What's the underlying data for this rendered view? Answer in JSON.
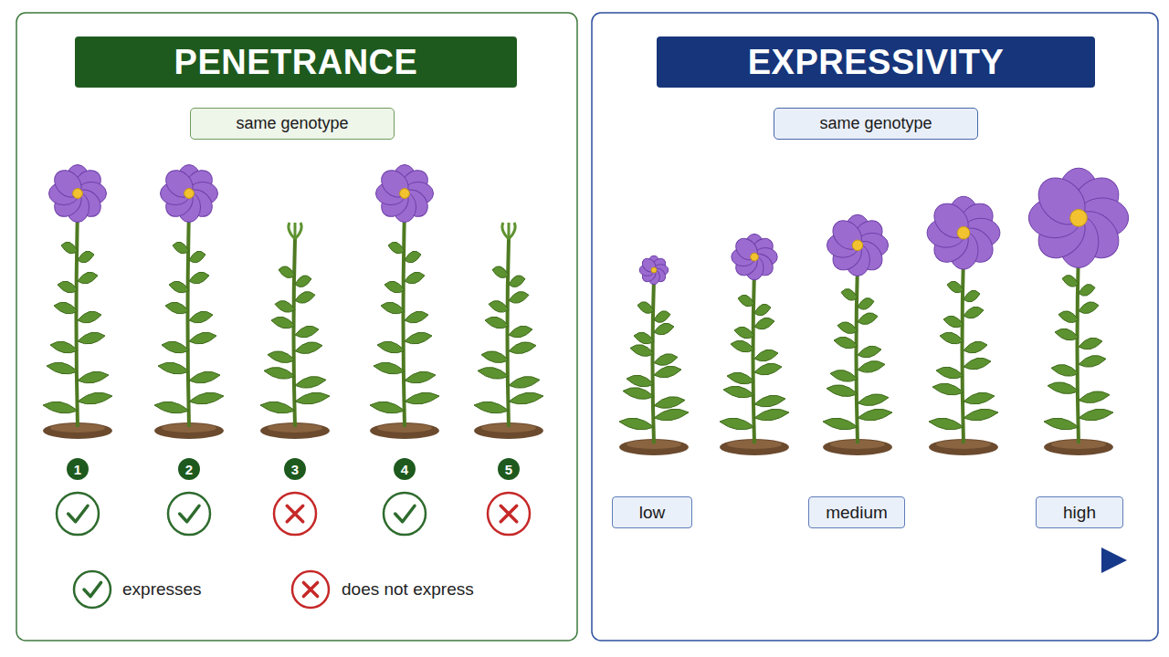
{
  "diagram": {
    "nodes": [
      {
        "text": [
          "PENETRANCE"
        ]
      },
      {
        "text": [
          "same genotype"
        ]
      },
      {
        "text": [
          "1"
        ]
      },
      {
        "text": [
          "2"
        ]
      },
      {
        "text": [
          "3"
        ]
      },
      {
        "text": [
          "4"
        ]
      },
      {
        "text": [
          "5"
        ]
      },
      {
        "text": [
          "EXPRESSIVITY"
        ]
      },
      {
        "text": [
          "same genotype"
        ]
      },
      {
        "text": [
          "low"
        ]
      },
      {
        "text": [
          "medium"
        ]
      },
      {
        "text": [
          "high"
        ]
      }
    ],
    "legend": [
      {
        "text": "expresses"
      },
      {
        "text": "does not express"
      }
    ]
  }
}
